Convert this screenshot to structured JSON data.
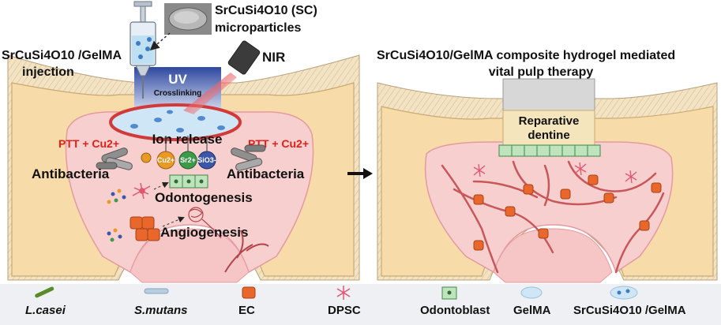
{
  "left_panel": {
    "sc_formula": "SrCuSi4O10 (SC)",
    "sc_sub": "microparticles",
    "injection_formula": "SrCuSi4O10 /GelMA",
    "injection_sub": "injection",
    "nir": "NIR",
    "uv": "UV",
    "uv_sub": "Crosslinking",
    "ion_release": "Ion release",
    "ptt_left": "PTT + Cu2+",
    "ptt_right": "PTT + Cu2+",
    "antibacteria_left": "Antibacteria",
    "antibacteria_right": "Antibacteria",
    "odontogenesis": "Odontogenesis",
    "angiogenesis": "Angiogenesis",
    "ions": [
      "Cu2+",
      "Sr2+",
      "SiO3-"
    ]
  },
  "right_panel": {
    "title_line1": "SrCuSi4O10/GelMA composite hydrogel mediated",
    "title_line2": "vital pulp therapy",
    "reparative_1": "Reparative",
    "reparative_2": "dentine"
  },
  "legend": [
    {
      "key": "lcasei",
      "label": "L.casei",
      "italic": true
    },
    {
      "key": "smutans",
      "label": "S.mutans",
      "italic": true
    },
    {
      "key": "ec",
      "label": "EC",
      "italic": false
    },
    {
      "key": "dpsc",
      "label": "DPSC",
      "italic": false
    },
    {
      "key": "odontoblast",
      "label": "Odontoblast",
      "italic": false
    },
    {
      "key": "gelma",
      "label": "GelMA",
      "italic": false
    },
    {
      "key": "scgelma",
      "label": "SrCuSi4O10 /GelMA",
      "italic": false
    }
  ],
  "colors": {
    "enamel": "#f7dba8",
    "pulp": "#f8cfcf",
    "gel": "#cfe6f7",
    "ec": "#e9672a",
    "vessel": "#c8575a",
    "odontoblast": "#bfe3bd",
    "uv": "#3d56a8"
  }
}
